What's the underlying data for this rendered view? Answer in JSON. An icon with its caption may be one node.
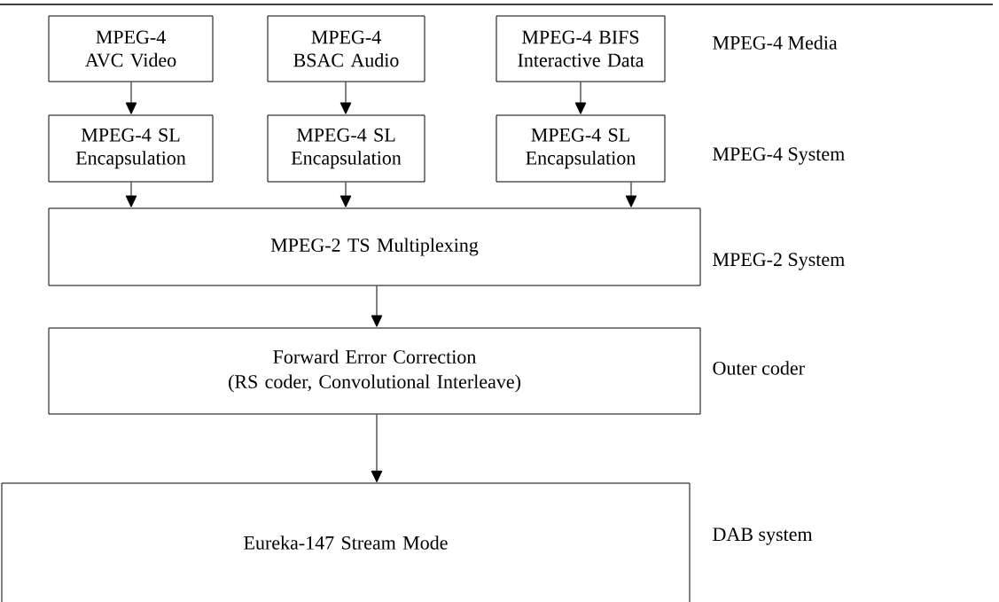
{
  "diagram": {
    "nodes": [
      {
        "text": [
          "MPEG-4 AVC Video"
        ]
      },
      {
        "text": [
          "MPEG-4 BSAC Audio"
        ]
      },
      {
        "text": [
          "MPEG-4 BIFS Interactive Data"
        ]
      },
      {
        "text": [
          "MPEG-4 SL Encapsulation"
        ]
      },
      {
        "text": [
          "MPEG-4 SL Encapsulation"
        ]
      },
      {
        "text": [
          "MPEG-4 SL Encapsulation"
        ]
      },
      {
        "text": [
          "MPEG-2 TS Multiplexing"
        ]
      },
      {
        "text": [
          "Forward Error Correction",
          "(RS coder, Convolutional Interleave)"
        ]
      },
      {
        "text": [
          "Eureka-147 Stream Mode"
        ]
      }
    ],
    "edges": [
      {
        "from": 0,
        "to": 3,
        "arrow": "to"
      },
      {
        "from": 1,
        "to": 4,
        "arrow": "to"
      },
      {
        "from": 2,
        "to": 5,
        "arrow": "to"
      },
      {
        "from": 3,
        "to": 6,
        "arrow": "to"
      },
      {
        "from": 4,
        "to": 6,
        "arrow": "to"
      },
      {
        "from": 5,
        "to": 6,
        "arrow": "to"
      },
      {
        "from": 6,
        "to": 7,
        "arrow": "to"
      },
      {
        "from": 7,
        "to": 8,
        "arrow": "to"
      }
    ],
    "labels": [
      "MPEG-4 Media",
      "MPEG-4 System",
      "MPEG-2 System",
      "Outer coder",
      "DAB system"
    ]
  }
}
